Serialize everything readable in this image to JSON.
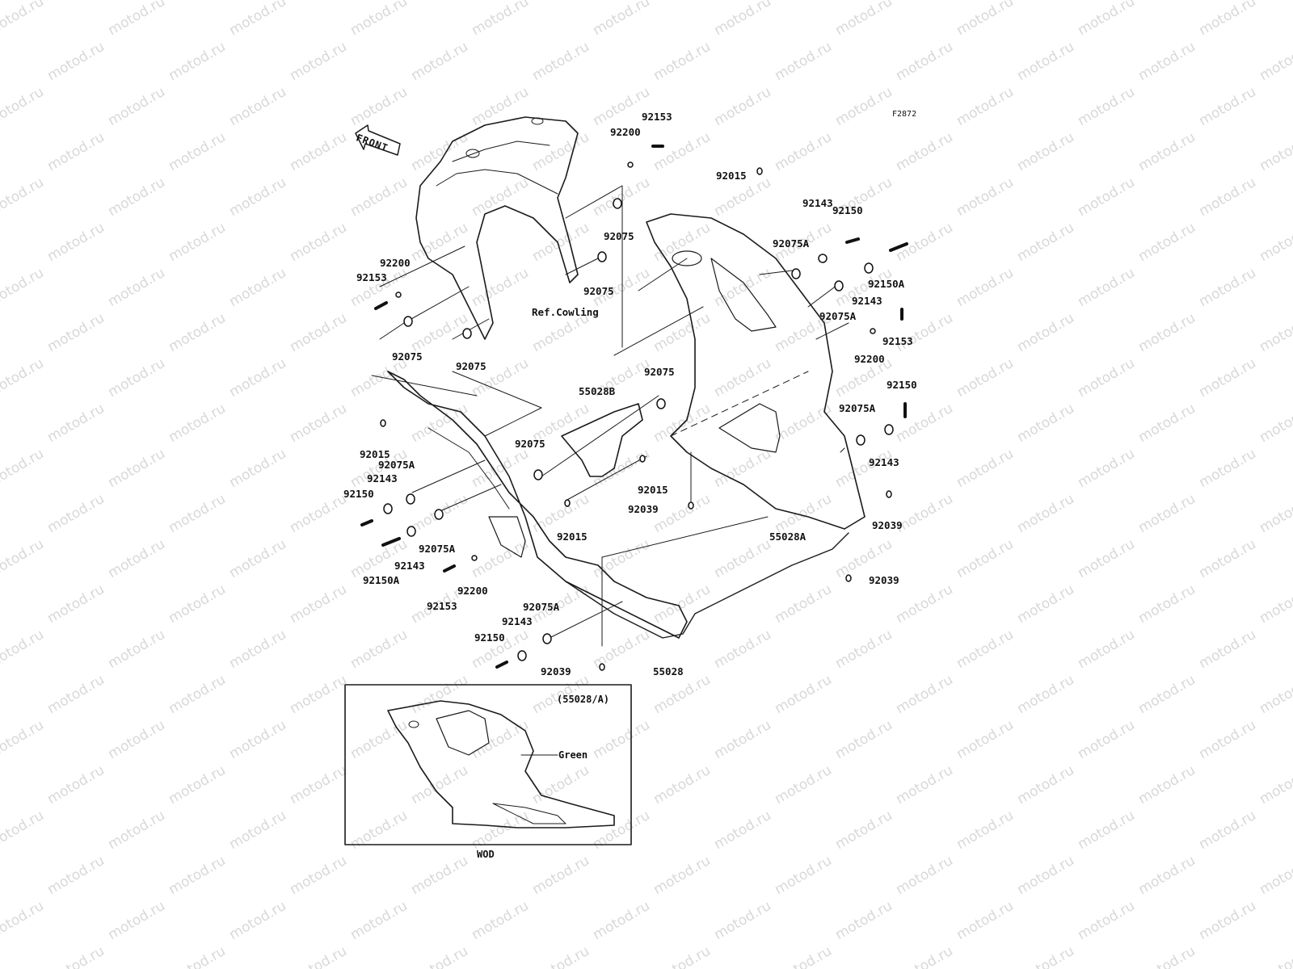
{
  "diagram_code": "F2872",
  "front_label": "FRONT",
  "ref_label": "Ref.Cowling",
  "inset": {
    "title": "(55028/A)",
    "color_note": "Green",
    "caption": "WOD"
  },
  "watermark_text": "motod.ru",
  "labels": [
    "92153",
    "92200",
    "92015",
    "92150",
    "92143",
    "92075A",
    "92150A",
    "92075",
    "92075",
    "92143",
    "92075A",
    "92153",
    "92200",
    "92200",
    "92153",
    "92075",
    "92075",
    "92075",
    "55028B",
    "92150",
    "92075A",
    "92143",
    "92015",
    "92075A",
    "92143",
    "92150",
    "92075",
    "92015",
    "92039",
    "92015",
    "55028A",
    "92039",
    "92039",
    "92075A",
    "92143",
    "92150A",
    "92153",
    "92200",
    "92075A",
    "92143",
    "92150",
    "92039",
    "55028"
  ]
}
